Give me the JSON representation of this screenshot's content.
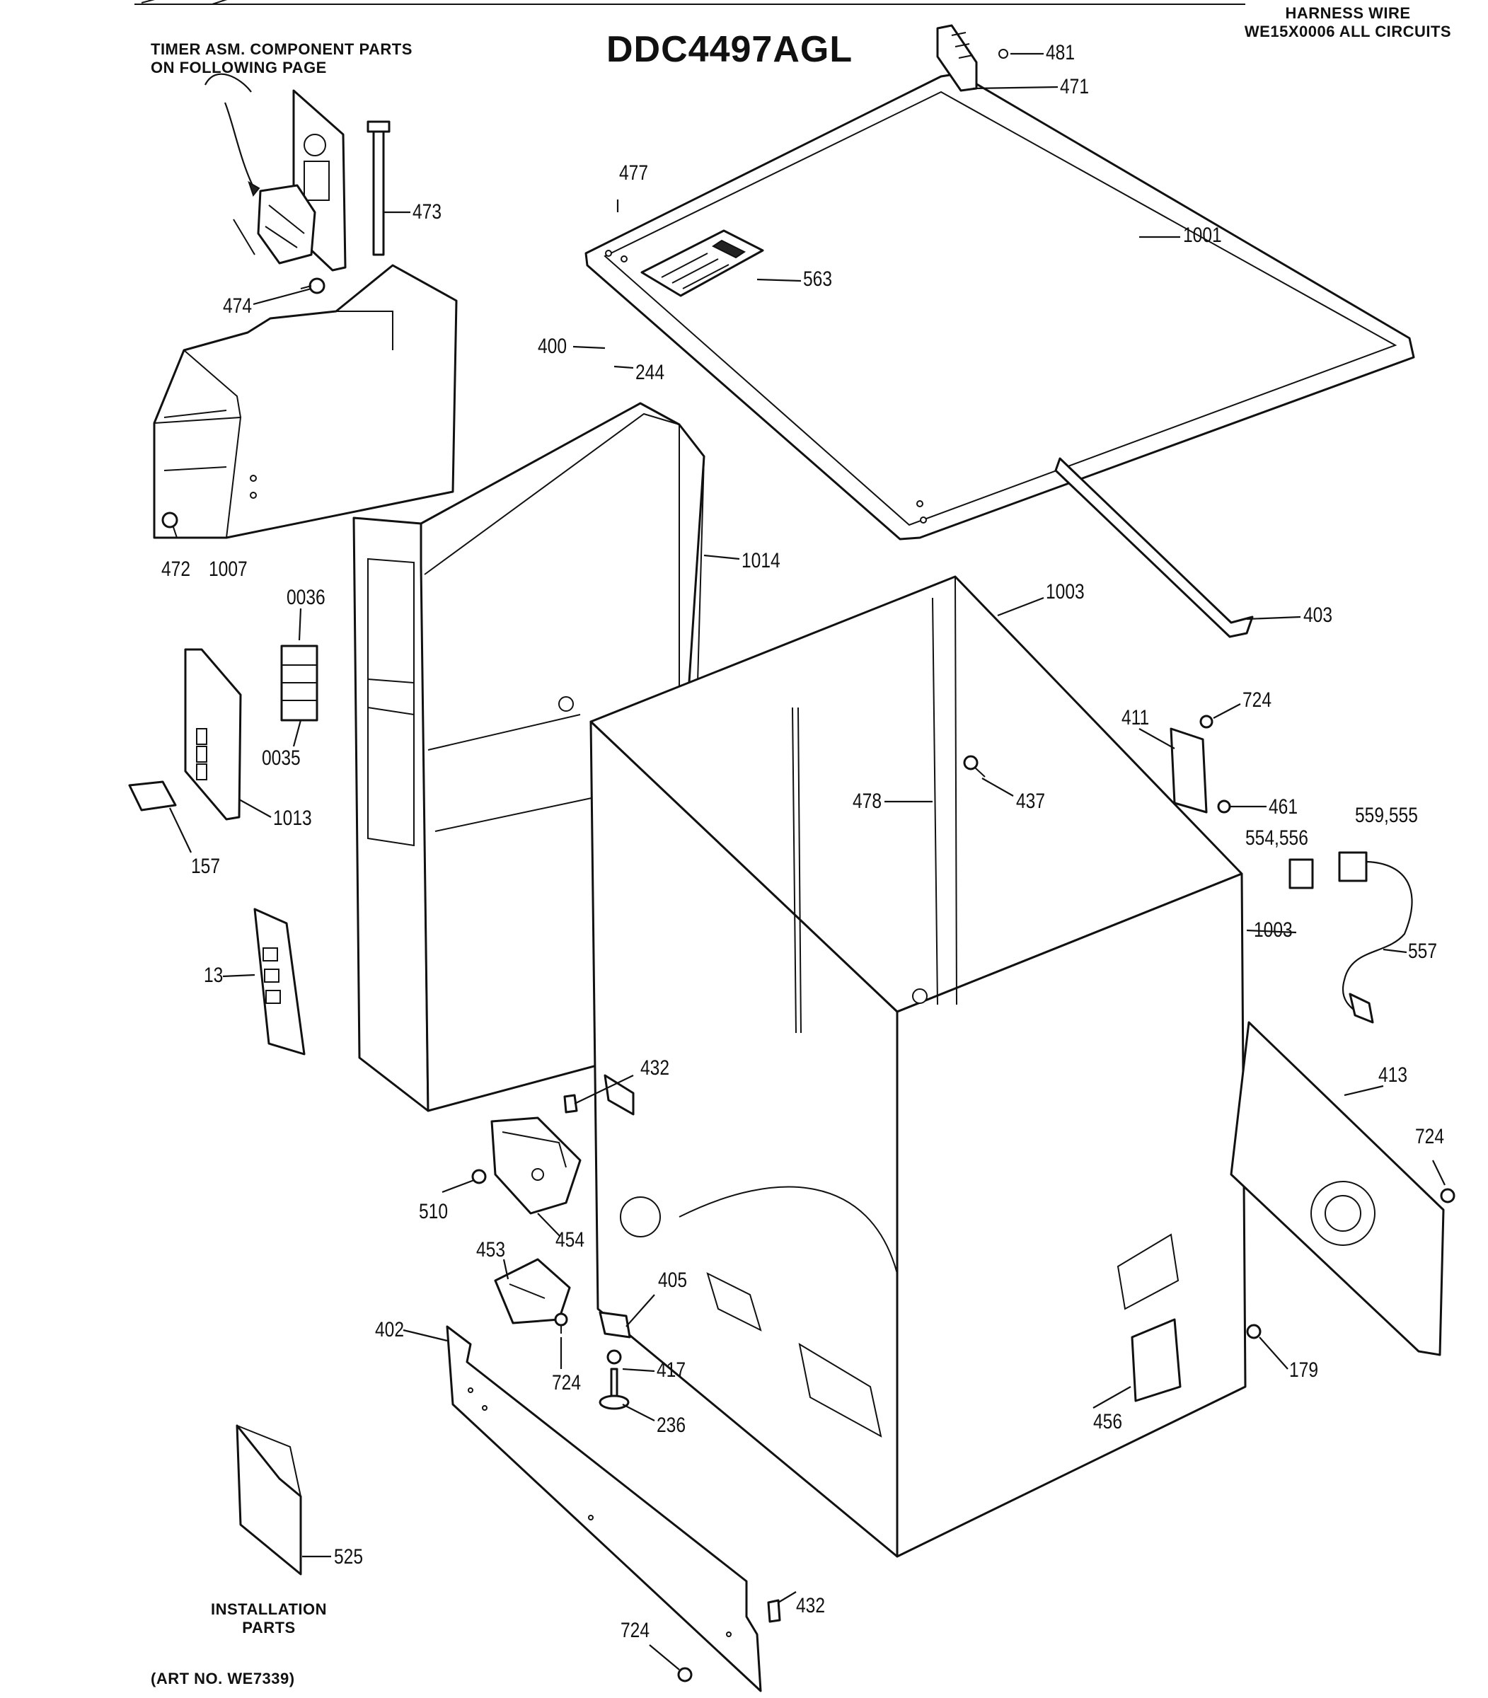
{
  "model_number": "DDC4497AGL",
  "notes": {
    "harness_wire": [
      "HARNESS WIRE",
      "WE15X0006 ALL CIRCUITS"
    ],
    "timer_note": [
      "TIMER ASM. COMPONENT PARTS",
      "ON FOLLOWING PAGE"
    ],
    "installation": [
      "INSTALLATION",
      "PARTS"
    ],
    "art_number": "(ART NO. WE7339)"
  },
  "callouts": [
    {
      "id": "c-481",
      "text": "481"
    },
    {
      "id": "c-471",
      "text": "471"
    },
    {
      "id": "c-473",
      "text": "473"
    },
    {
      "id": "c-477",
      "text": "477"
    },
    {
      "id": "c-1001",
      "text": "1001"
    },
    {
      "id": "c-563",
      "text": "563"
    },
    {
      "id": "c-474",
      "text": "474"
    },
    {
      "id": "c-400",
      "text": "400"
    },
    {
      "id": "c-244",
      "text": "244"
    },
    {
      "id": "c-472",
      "text": "472"
    },
    {
      "id": "c-1007",
      "text": "1007"
    },
    {
      "id": "c-1014",
      "text": "1014"
    },
    {
      "id": "c-0036",
      "text": "0036"
    },
    {
      "id": "c-1003a",
      "text": "1003"
    },
    {
      "id": "c-403",
      "text": "403"
    },
    {
      "id": "c-0035",
      "text": "0035"
    },
    {
      "id": "c-724a",
      "text": "724"
    },
    {
      "id": "c-411",
      "text": "411"
    },
    {
      "id": "c-478",
      "text": "478"
    },
    {
      "id": "c-437",
      "text": "437"
    },
    {
      "id": "c-1013",
      "text": "1013"
    },
    {
      "id": "c-461",
      "text": "461"
    },
    {
      "id": "c-559-555",
      "text": "559,555"
    },
    {
      "id": "c-554-556",
      "text": "554,556"
    },
    {
      "id": "c-157",
      "text": "157"
    },
    {
      "id": "c-1003b",
      "text": "1003"
    },
    {
      "id": "c-557",
      "text": "557"
    },
    {
      "id": "c-13",
      "text": "13"
    },
    {
      "id": "c-432a",
      "text": "432"
    },
    {
      "id": "c-413",
      "text": "413"
    },
    {
      "id": "c-724b",
      "text": "724"
    },
    {
      "id": "c-510",
      "text": "510"
    },
    {
      "id": "c-454",
      "text": "454"
    },
    {
      "id": "c-453",
      "text": "453"
    },
    {
      "id": "c-405",
      "text": "405"
    },
    {
      "id": "c-402",
      "text": "402"
    },
    {
      "id": "c-724c",
      "text": "724"
    },
    {
      "id": "c-417",
      "text": "417"
    },
    {
      "id": "c-179",
      "text": "179"
    },
    {
      "id": "c-236",
      "text": "236"
    },
    {
      "id": "c-456",
      "text": "456"
    },
    {
      "id": "c-525",
      "text": "525"
    },
    {
      "id": "c-432b",
      "text": "432"
    },
    {
      "id": "c-724d",
      "text": "724"
    }
  ]
}
